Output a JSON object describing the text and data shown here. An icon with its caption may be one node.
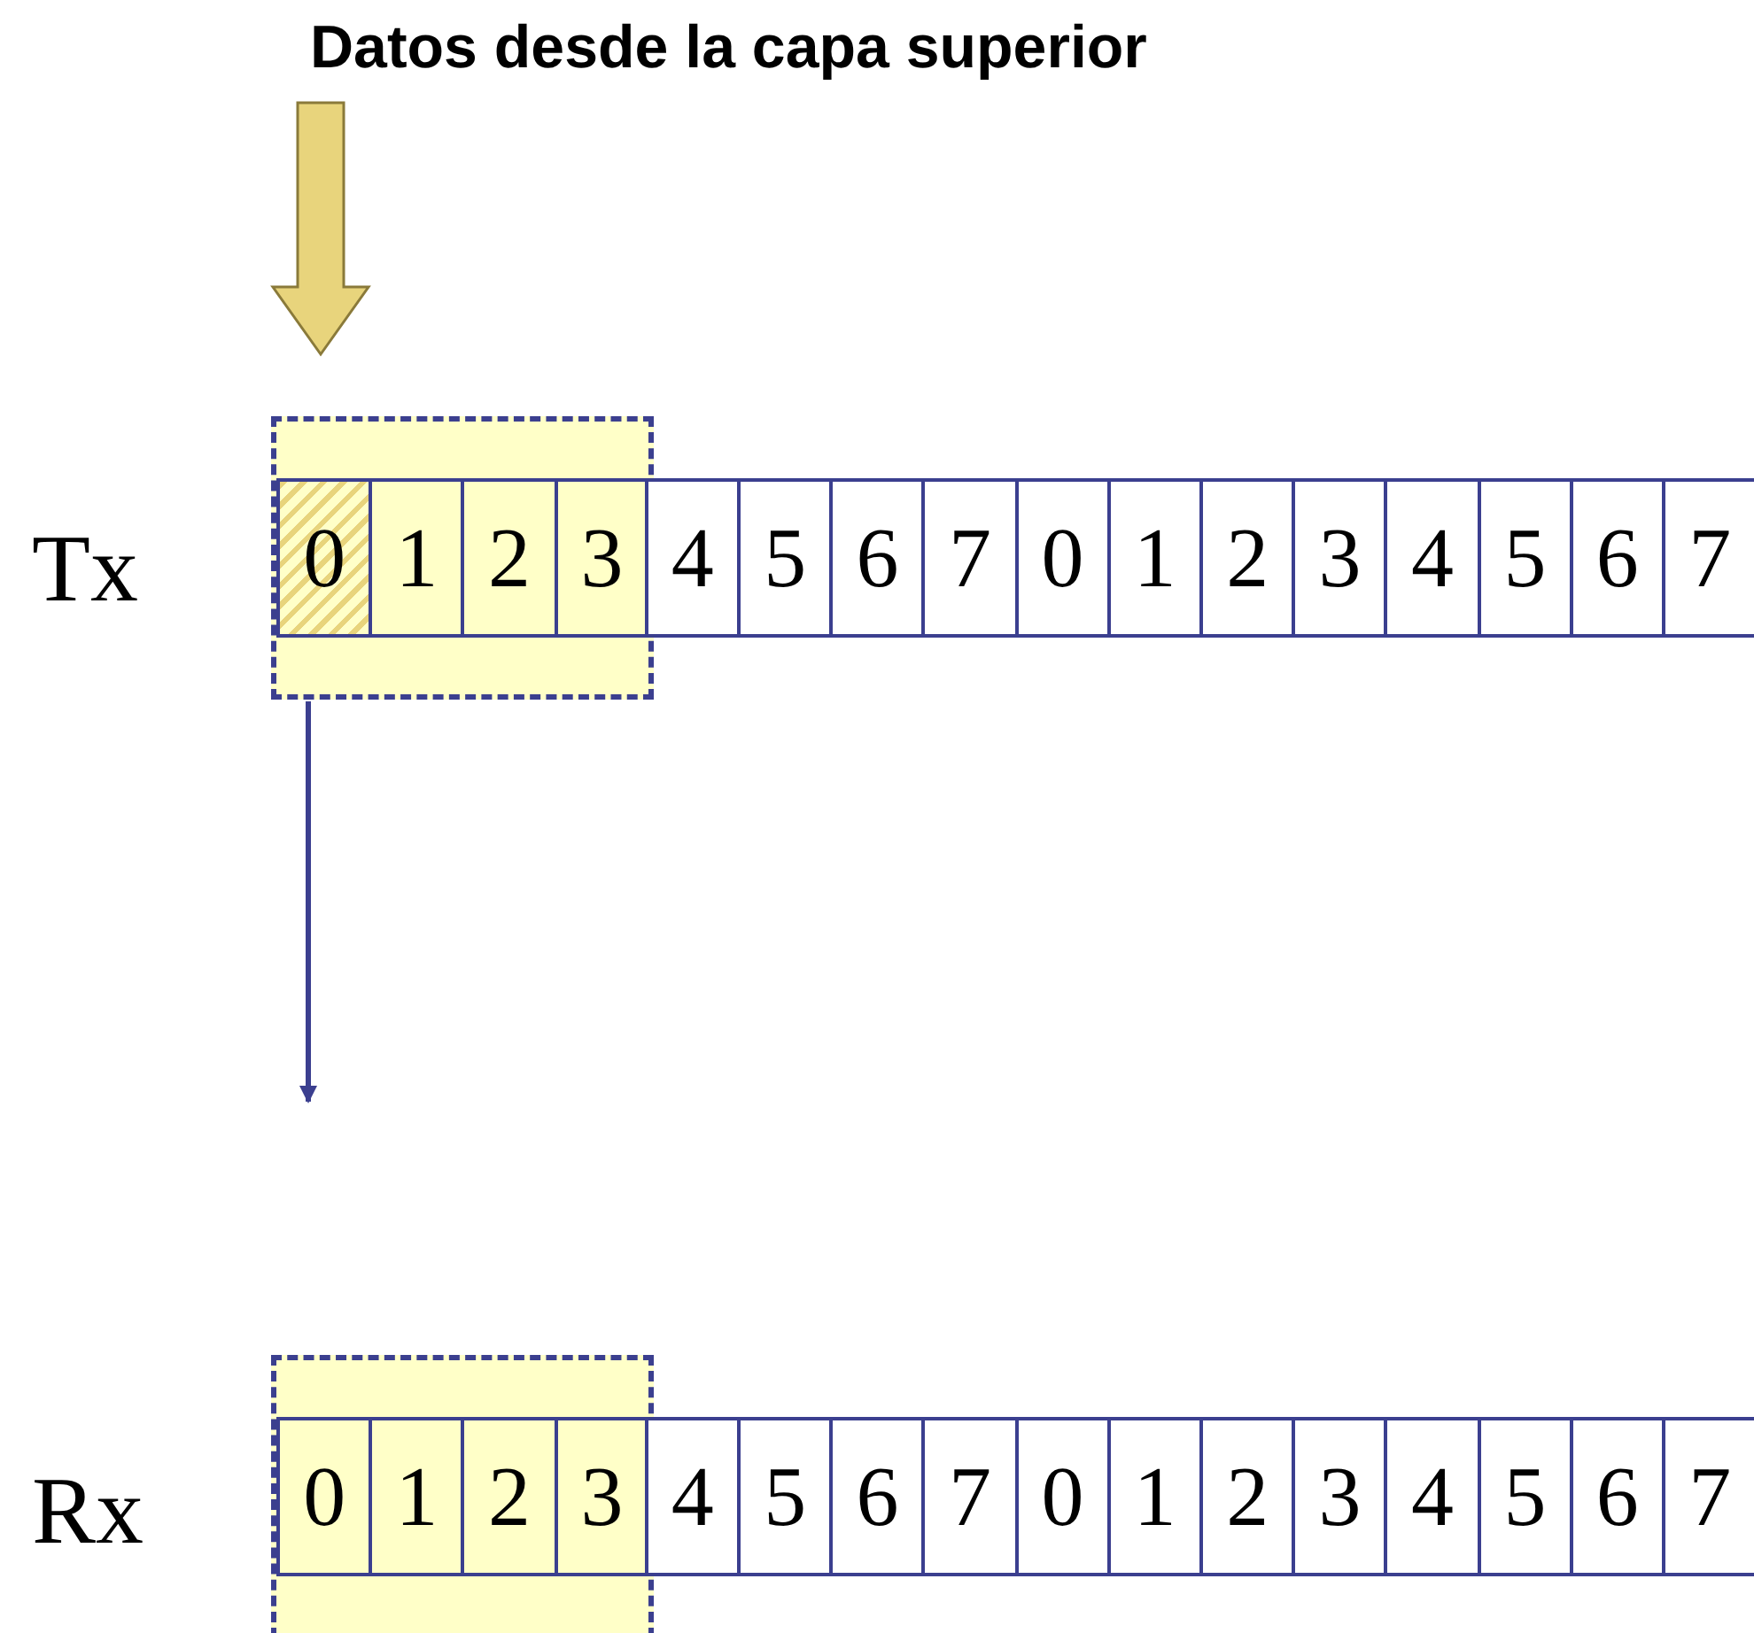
{
  "diagram": {
    "nodes": [
      {
        "text": [
          "Datos desde la capa superior"
        ]
      },
      {
        "text": [],
        "shape": "box"
      },
      {
        "text": [
          "0"
        ],
        "in": 1
      },
      {
        "text": [
          "1"
        ],
        "in": 1
      },
      {
        "text": [
          "2"
        ],
        "in": 1
      },
      {
        "text": [
          "3"
        ],
        "in": 1
      },
      {
        "text": [
          "4"
        ]
      },
      {
        "text": [
          "5"
        ]
      },
      {
        "text": [
          "6"
        ]
      },
      {
        "text": [
          "7"
        ]
      },
      {
        "text": [
          "0"
        ]
      },
      {
        "text": [
          "1"
        ]
      },
      {
        "text": [
          "2"
        ]
      },
      {
        "text": [
          "3"
        ]
      },
      {
        "text": [
          "4"
        ]
      },
      {
        "text": [
          "5"
        ]
      },
      {
        "text": [
          "6"
        ]
      },
      {
        "text": [
          "7"
        ]
      },
      {
        "text": [],
        "shape": "box"
      },
      {
        "text": [
          "0"
        ],
        "in": 18
      },
      {
        "text": [
          "1"
        ],
        "in": 18
      },
      {
        "text": [
          "2"
        ],
        "in": 18
      },
      {
        "text": [
          "3"
        ],
        "in": 18
      },
      {
        "text": [
          "4"
        ]
      },
      {
        "text": [
          "5"
        ]
      },
      {
        "text": [
          "6"
        ]
      },
      {
        "text": [
          "7"
        ]
      },
      {
        "text": [
          "0"
        ]
      },
      {
        "text": [
          "1"
        ]
      },
      {
        "text": [
          "2"
        ]
      },
      {
        "text": [
          "3"
        ]
      },
      {
        "text": [
          "4"
        ]
      },
      {
        "text": [
          "5"
        ]
      },
      {
        "text": [
          "6"
        ]
      },
      {
        "text": [
          "7"
        ]
      }
    ],
    "edges": [
      {
        "from": 0,
        "to": 1,
        "arrow": "to",
        "style": "thick",
        "color": "#e8d47c"
      },
      {
        "from": 1,
        "to": null,
        "arrow": "to"
      }
    ],
    "labels": [
      "Tx",
      "Rx"
    ]
  }
}
